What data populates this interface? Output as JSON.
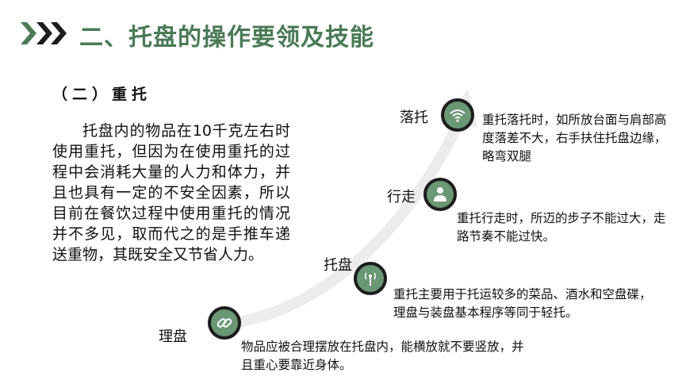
{
  "header": {
    "title": "二、托盘的操作要领及技能",
    "accent_color": "#4a7a56"
  },
  "section": {
    "subtitle": "（二）重托",
    "paragraph": "托盘内的物品在10千克左右时使用重托，但因为在使用重托的过程中会消耗大量的人力和体力，并且也具有一定的不安全因素，所以目前在餐饮过程中使用重托的情况并不多见，取而代之的是手推车递送重物，其既安全又节省人力。"
  },
  "steps": [
    {
      "label": "理盘",
      "icon": "link-icon",
      "description": "物品应被合理摆放在托盘内，能横放就不要竖放，并且重心要靠近身体。"
    },
    {
      "label": "托盘",
      "icon": "broadcast-icon",
      "description": "重托主要用于托运较多的菜品、酒水和空盘碟，理盘与装盘基本程序等同于轻托。"
    },
    {
      "label": "行走",
      "icon": "person-icon",
      "description": "重托行走时，所迈的步子不能过大，走路节奏不能过快。"
    },
    {
      "label": "落托",
      "icon": "wifi-icon",
      "description": "重托落托时，如所放台面与肩部高度落差不大，右手扶住托盘边缘，略弯双腿"
    }
  ],
  "colors": {
    "node_fill": "#6a9774",
    "node_border": "#1c1c1c",
    "arc": "#ececec"
  }
}
